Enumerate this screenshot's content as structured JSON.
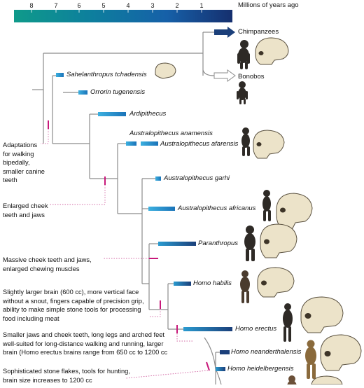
{
  "timescale": {
    "title": "Millions of years ago",
    "ticks": [
      "8",
      "7",
      "6",
      "5",
      "4",
      "3",
      "2",
      "1"
    ],
    "colors": [
      "#0f9a8a",
      "#0d7f9d",
      "#1660a8",
      "#152f6e"
    ]
  },
  "colors": {
    "bar": "#2a9bd0",
    "bar_dark": "#1b3f7a",
    "marker": "#c8187a",
    "line": "#8c8c8c"
  },
  "taxa": {
    "chimpanzees": "Chimpanzees",
    "bonobos": "Bonobos",
    "sahelanthropus": "Sahelanthropus tchadensis",
    "orrorin": "Orrorin tugenensis",
    "ardipithecus": "Ardipithecus",
    "anamensis": "Australopithecus anamensis",
    "afarensis": "Australopithecus afarensis",
    "garhi": "Australopithecus garhi",
    "africanus": "Australopithecus africanus",
    "paranthropus": "Paranthropus",
    "habilis": "Homo habilis",
    "erectus": "Homo erectus",
    "neanderthalensis": "Homo neanderthalensis",
    "heidelbergensis": "Homo heidelbergensis"
  },
  "notes": {
    "bipedal": [
      "Adaptations",
      "for walking",
      "bipedally,",
      "smaller canine",
      "teeth"
    ],
    "cheek": [
      "Enlarged cheek",
      "teeth and jaws"
    ],
    "massive": [
      "Massive cheek teeth and jaws,",
      "enlarged chewing muscles"
    ],
    "brain": [
      "Slightly larger brain (600 cc), more vertical face",
      "without a snout, fingers capable of precision grip,",
      "ability to make simple stone tools for processing",
      "food including meat"
    ],
    "jaws": [
      "Smaller jaws and cheek teeth, long legs and arched feet",
      "well-suited for long-distance walking and running, larger",
      "brain (Homo erectus brains range from 650 cc to 1200 cc"
    ],
    "flakes": [
      "Sophisticated stone flakes, tools for hunting,",
      "brain size increases to 1200 cc"
    ]
  }
}
